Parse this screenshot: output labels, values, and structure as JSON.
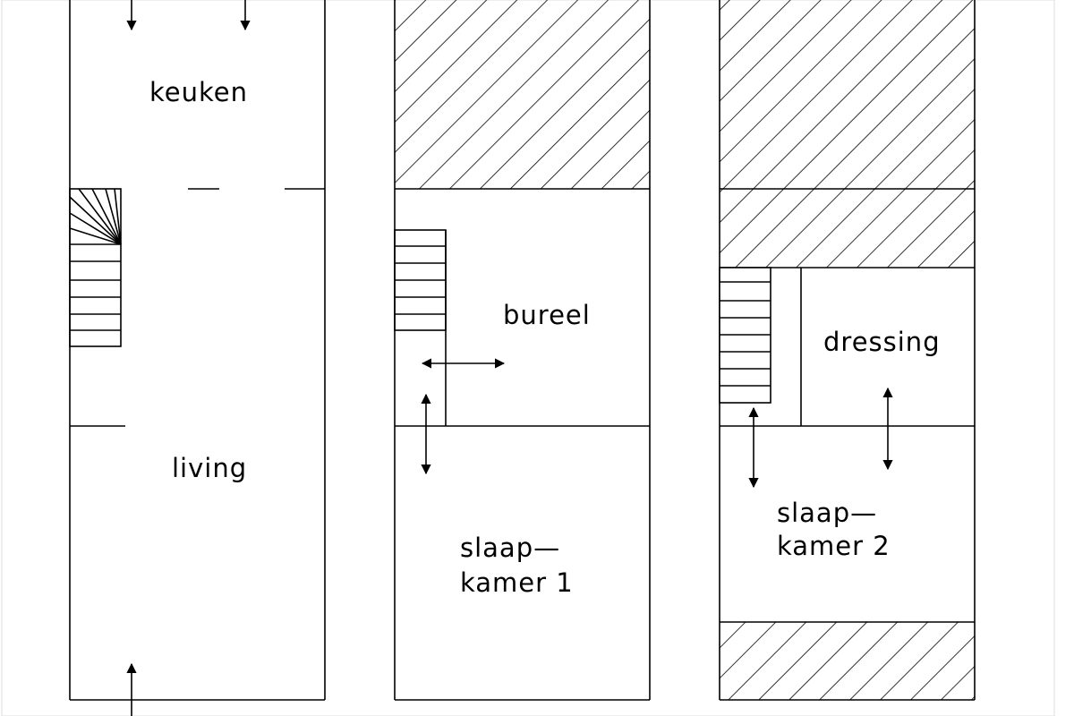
{
  "rooms": {
    "keuken": "keuken",
    "living": "living",
    "bureel": "bureel",
    "slaapkamer1_line1": "slaap—",
    "slaapkamer1_line2": "kamer 1",
    "dressing": "dressing",
    "slaapkamer2_line1": "slaap—",
    "slaapkamer2_line2": "kamer 2"
  },
  "colors": {
    "line": "#000000",
    "background": "#ffffff"
  }
}
